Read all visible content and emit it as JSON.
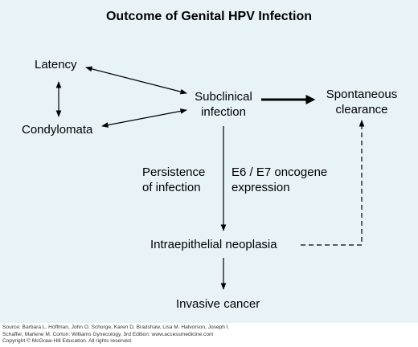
{
  "diagram": {
    "title": "Outcome of Genital HPV Infection",
    "nodes": {
      "latency": "Latency",
      "condylomata": "Condylomata",
      "subclinical": [
        "Subclinical",
        "infection"
      ],
      "clearance": [
        "Spontaneous",
        "clearance"
      ],
      "neoplasia": "Intraepithelial neoplasia",
      "cancer": "Invasive cancer"
    },
    "annotations": {
      "persistence": [
        "Persistence",
        "of infection"
      ],
      "oncogene": [
        "E6 / E7 oncogene",
        "expression"
      ]
    },
    "edges": [
      {
        "from": "latency",
        "to": "condylomata",
        "style": "double-arrow"
      },
      {
        "from": "latency",
        "to": "subclinical",
        "style": "double-arrow"
      },
      {
        "from": "condylomata",
        "to": "subclinical",
        "style": "double-arrow"
      },
      {
        "from": "subclinical",
        "to": "clearance",
        "style": "bold-arrow"
      },
      {
        "from": "subclinical",
        "to": "neoplasia",
        "style": "arrow"
      },
      {
        "from": "neoplasia",
        "to": "cancer",
        "style": "arrow"
      },
      {
        "from": "neoplasia",
        "to": "clearance",
        "style": "dashed-arrow"
      }
    ],
    "colors": {
      "background": "#e8f3f8",
      "ink": "#000000"
    }
  },
  "source": {
    "line1": "Source: Barbara L. Hoffman, John O. Schorge, Karen D. Bradshaw, Lisa M. Halvorson, Joseph I.",
    "line2": "Schaffer, Marlene M. Corton: Williams Gynecology, 3rd Edition: www.accessmedicine.com",
    "line3": "Copyright © McGraw-Hill Education. All rights reserved."
  }
}
